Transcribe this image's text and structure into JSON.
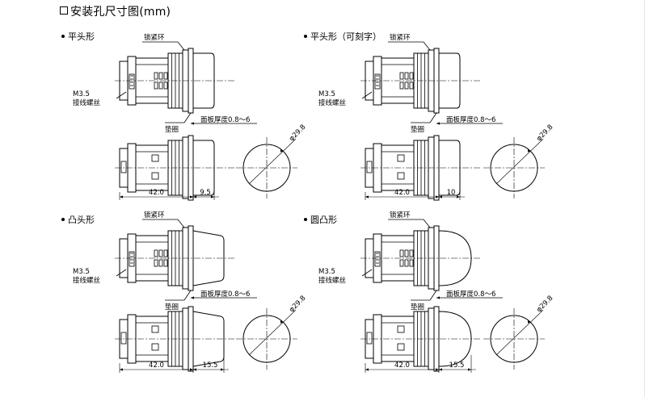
{
  "title": "安装孔尺寸图(mm)",
  "sections": [
    {
      "id": "flat",
      "title": "平头形",
      "lock_ring": "锁紧环",
      "screw": [
        "M3.5",
        "接线螺丝"
      ],
      "washer": "垫圈",
      "panel": "面板厚度0.8～6",
      "dia": "φ29.8",
      "dim_body": "42.0",
      "dim_head": "9.5",
      "head": "flat"
    },
    {
      "id": "flat-engraved",
      "title": "平头形（可刻字）",
      "lock_ring": "锁紧环",
      "screw": [
        "M3.5",
        "接线螺丝"
      ],
      "washer": "垫圈",
      "panel": "面板厚度0.8～6",
      "dia": "φ29.8",
      "dim_body": "42.0",
      "dim_head": "10",
      "head": "flat"
    },
    {
      "id": "convex",
      "title": "凸头形",
      "lock_ring": "锁紧环",
      "screw": [
        "M3.5",
        "接线螺丝"
      ],
      "washer": "垫圈",
      "panel": "面板厚度0.8～6",
      "dia": "φ29.8",
      "dim_body": "42.0",
      "dim_head": "15.5",
      "head": "convex"
    },
    {
      "id": "round-convex",
      "title": "圆凸形",
      "lock_ring": "锁紧环",
      "screw": [
        "M3.5",
        "接线螺丝"
      ],
      "washer": "垫圈",
      "panel": "面板厚度0.8～6",
      "dia": "φ29.8",
      "dim_body": "42.0",
      "dim_head": "15.5",
      "head": "round"
    }
  ]
}
